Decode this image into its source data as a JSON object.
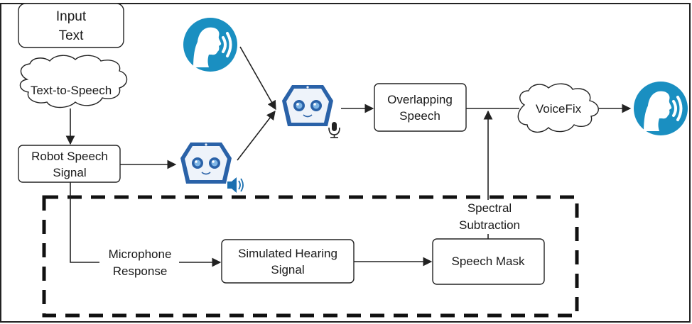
{
  "nodes": {
    "input_text": [
      "Input",
      "Text"
    ],
    "tts": "Text-to-Speech",
    "robot_signal": [
      "Robot Speech",
      "Signal"
    ],
    "overlapping": [
      "Overlapping",
      "Speech"
    ],
    "voicefix": "VoiceFix",
    "mic_response": [
      "Microphone",
      "Response"
    ],
    "simulated": [
      "Simulated Hearing",
      "Signal"
    ],
    "speech_mask": "Speech Mask",
    "spectral": [
      "Spectral",
      "Subtraction"
    ]
  },
  "icons": {
    "human_speaker_top": "human-speaking-icon",
    "human_speaker_output": "human-speaking-icon",
    "robot_listening": "robot-head-icon",
    "robot_speaking": "robot-head-icon",
    "microphone": "microphone-icon",
    "loudspeaker": "speaker-icon"
  },
  "colors": {
    "speaker_blue": "#1a8fc1",
    "robot_blue": "#2a62a8",
    "robot_face": "#eef3fa",
    "line": "#222222"
  }
}
